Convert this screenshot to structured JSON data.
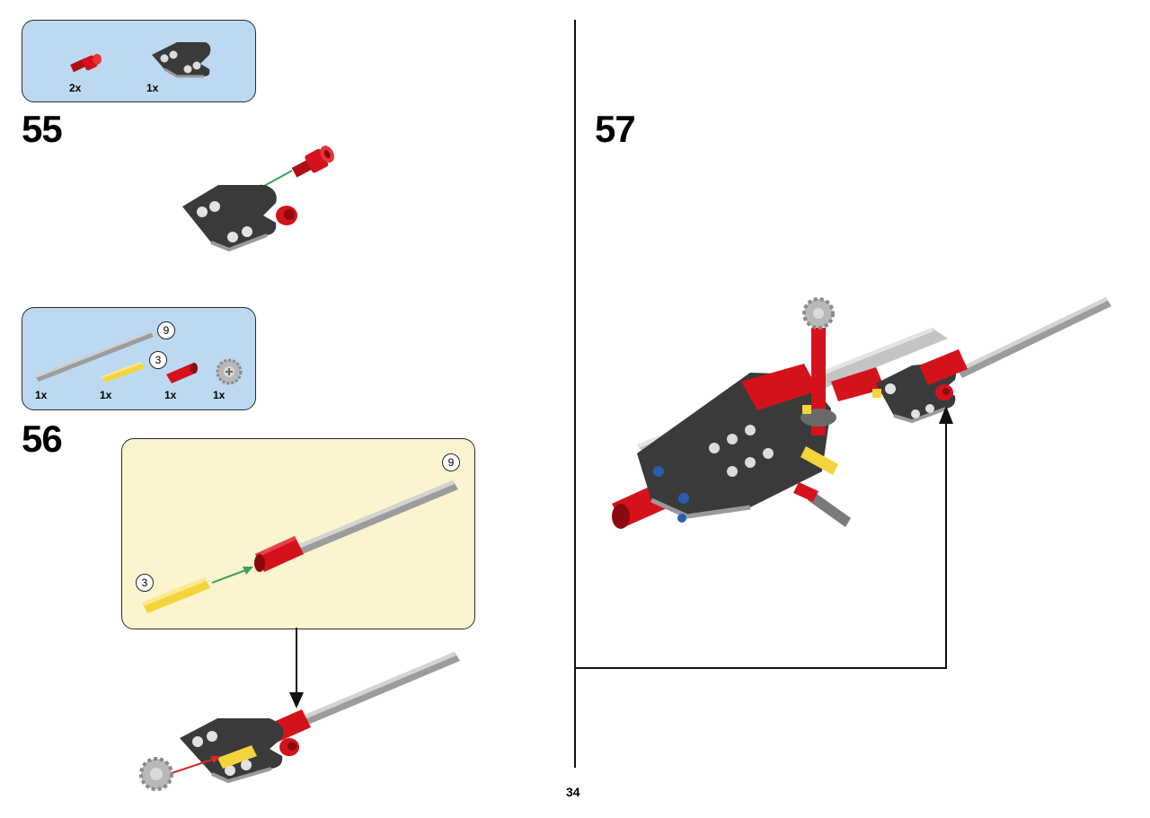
{
  "page": {
    "number": "34"
  },
  "colors": {
    "parts_box_bg": "#bcd9f1",
    "callout_bg": "#fcf3cf",
    "red_part": "#d4121b",
    "yellow_part": "#f2d53c",
    "dark_gray_part": "#3a3a3a",
    "light_gray_part": "#b8b8b8",
    "arrow_green": "#3aa356",
    "arrow_red": "#d42a2a",
    "blue_pin": "#2b5db5"
  },
  "steps": [
    {
      "number": "55",
      "parts": [
        {
          "icon": "red-pin-with-bush-icon",
          "qty": "2x"
        },
        {
          "icon": "dark-gray-beam-fork-icon",
          "qty": "1x"
        }
      ]
    },
    {
      "number": "56",
      "parts": [
        {
          "icon": "gray-axle-icon",
          "qty": "1x",
          "length_badge": "9"
        },
        {
          "icon": "yellow-axle-icon",
          "qty": "1x",
          "length_badge": "3"
        },
        {
          "icon": "red-axle-connector-icon",
          "qty": "1x"
        },
        {
          "icon": "light-gray-gear-icon",
          "qty": "1x"
        }
      ],
      "callout": {
        "axle_long_badge": "9",
        "axle_short_badge": "3"
      }
    },
    {
      "number": "57"
    }
  ]
}
